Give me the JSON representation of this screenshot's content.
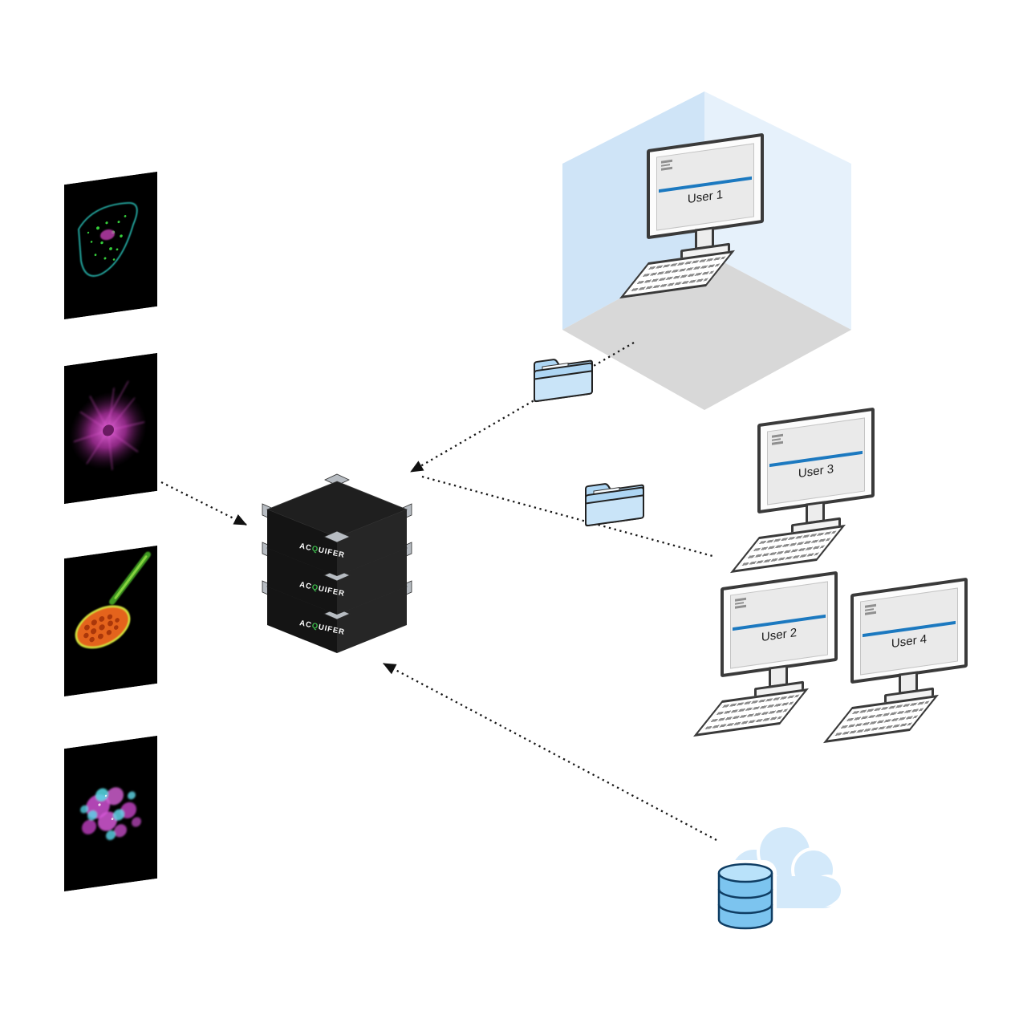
{
  "canvas": {
    "background": "#ffffff"
  },
  "brand": {
    "prefix": "AC",
    "q_letter": "Q",
    "suffix": "UIFER",
    "full_name": "ACQUIFER"
  },
  "users": [
    {
      "label": "User 1"
    },
    {
      "label": "User 2"
    },
    {
      "label": "User 3"
    },
    {
      "label": "User 4"
    }
  ],
  "server_stack": {
    "brand": "ACQUIFER",
    "units": 3
  },
  "connectors": [
    {
      "id": "images-to-server",
      "arrow": true
    },
    {
      "id": "user1-to-server",
      "arrow": true
    },
    {
      "id": "server-to-user3",
      "arrow": false
    },
    {
      "id": "cloud-to-server",
      "arrow": true
    }
  ],
  "icons": {
    "microscopy_images": [
      "fluorescence-cell-cytoskeleton",
      "fluorescence-microtubule-aster",
      "fluorescence-plant-ovule",
      "fluorescence-cell-cluster"
    ],
    "folder": "shared-data-folder",
    "cloud": "cloud-storage",
    "database": "database-cylinders",
    "monitor": "workstation-monitor",
    "keyboard": "keyboard"
  },
  "colors": {
    "accent_blue": "#1c79c0",
    "wall_left": "#cfe4f7",
    "wall_right": "#e6f1fb",
    "floor": "#d8d8d8",
    "folder_fill": "#aed6f4",
    "folder_fill_light": "#c9e4f8",
    "cloud_fill": "#d3e9fa",
    "database_fill": "#7cc4ef",
    "database_top": "#b9e2fa",
    "server_front": "#141414",
    "server_side": "#262626",
    "server_top": "#1f1f1f",
    "bracket_gray": "#b7bcc2",
    "logo_green": "#3bb54a",
    "line_color": "#161616",
    "image_background": "#000000"
  }
}
